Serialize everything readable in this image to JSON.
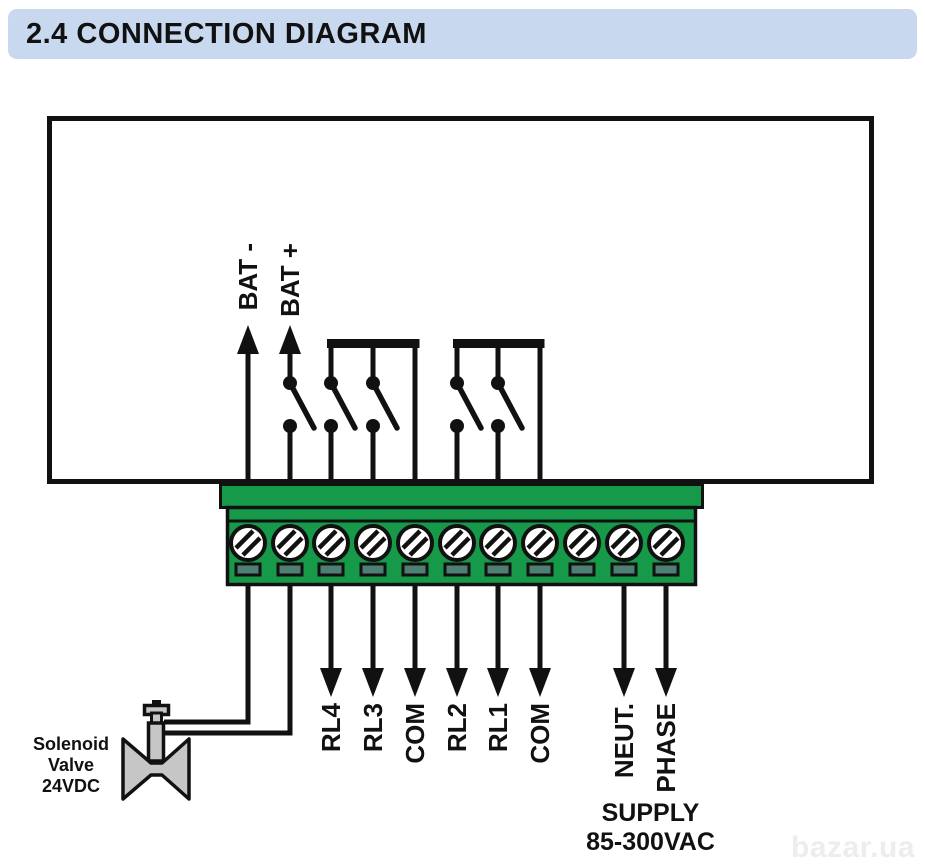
{
  "title": "2.4 CONNECTION DIAGRAM",
  "diagram": {
    "battery_terminals": [
      {
        "label": "BAT -"
      },
      {
        "label": "BAT +"
      }
    ],
    "relay_outputs": [
      {
        "label": "RL4"
      },
      {
        "label": "RL3"
      },
      {
        "label": "COM"
      },
      {
        "label": "RL2"
      },
      {
        "label": "RL1"
      },
      {
        "label": "COM"
      }
    ],
    "supply_terminals": [
      {
        "label": "NEUT."
      },
      {
        "label": "PHASE"
      }
    ],
    "supply_caption": {
      "line1": "SUPPLY",
      "line2": "85-300VAC"
    },
    "solenoid_caption": {
      "line1": "Solenoid",
      "line2": "Valve",
      "line3": "24VDC"
    },
    "terminal_count": 11
  },
  "watermark": "bazar.ua",
  "colors": {
    "header_bg": "#c8d8ef",
    "diagram_line": "#111111",
    "connector_green": "#17994a",
    "terminal_slot_teal": "#4e7f72",
    "valve_gray": "#c6c6c6",
    "watermark_gray": "#ededed"
  }
}
